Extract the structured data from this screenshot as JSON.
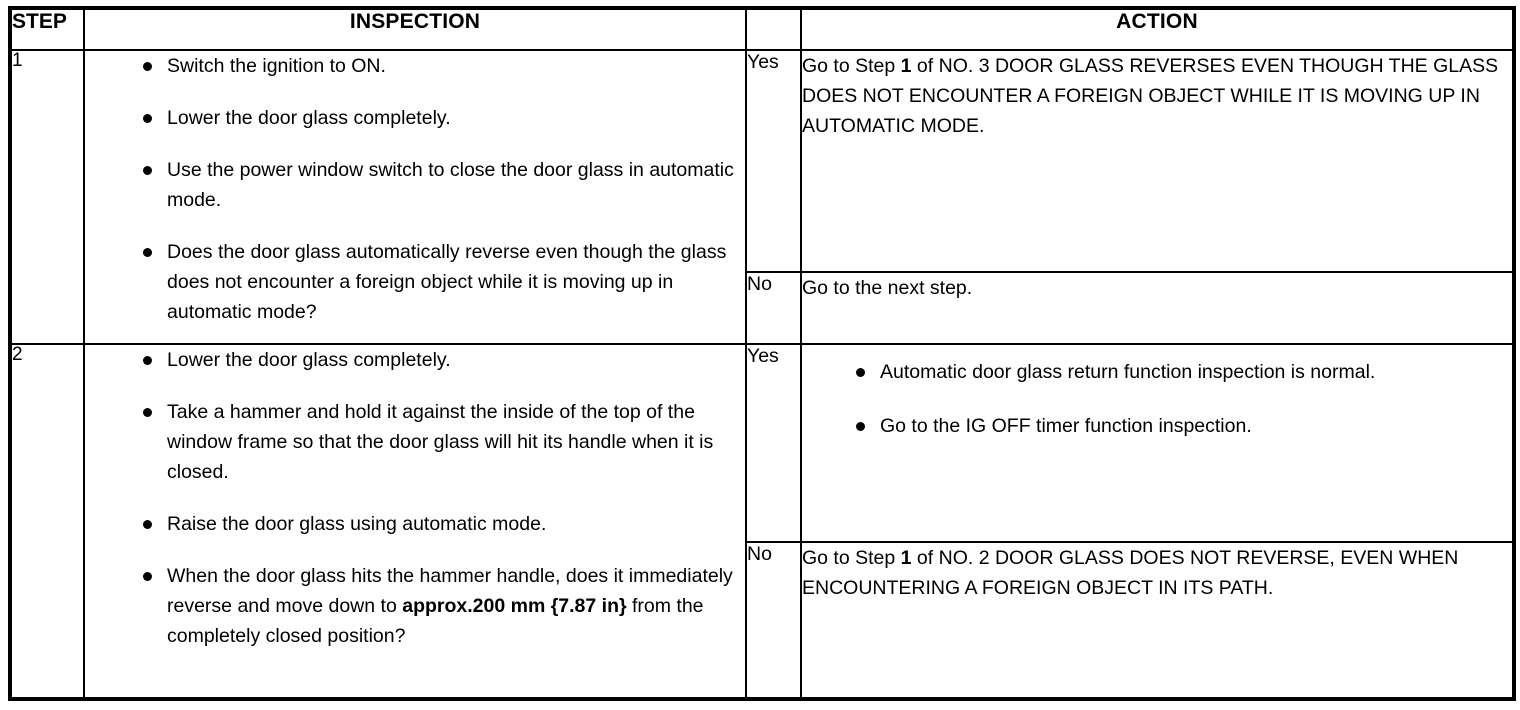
{
  "table": {
    "headers": {
      "step": "STEP",
      "inspection": "INSPECTION",
      "action": "ACTION"
    },
    "steps": [
      {
        "number": "1",
        "inspection_bullets": [
          "Switch the ignition to ON.",
          "Lower the door glass completely.",
          "Use the power window switch to close the door glass in automatic mode.",
          "Does the door glass automatically reverse even though the glass does not encounter a foreign object while it is moving up in automatic mode?"
        ],
        "yes": {
          "label": "Yes",
          "text_before_bold": "Go to Step ",
          "bold_value": "1",
          "text_after_bold": " of NO. 3 DOOR GLASS REVERSES EVEN THOUGH THE GLASS DOES NOT ENCOUNTER A FOREIGN OBJECT WHILE IT IS MOVING UP IN AUTOMATIC MODE."
        },
        "no": {
          "label": "No",
          "text": "Go to the next step."
        }
      },
      {
        "number": "2",
        "inspection_bullets": [
          "Lower the door glass completely.",
          "Take a hammer and hold it against the inside of the top of the window frame so that the door glass will hit its handle when it is closed.",
          "Raise the door glass using automatic mode."
        ],
        "inspection_last_bullet": {
          "text_before_bold": "When the door glass hits the hammer handle, does it immediately reverse and move down to ",
          "bold_value": "approx.200 mm {7.87 in}",
          "text_after_bold": " from the completely closed position?"
        },
        "yes": {
          "label": "Yes",
          "bullets": [
            "Automatic door glass return function inspection is normal.",
            "Go to the IG OFF timer function inspection."
          ]
        },
        "no": {
          "label": "No",
          "text_before_bold": "Go to Step ",
          "bold_value": "1",
          "text_after_bold": " of NO. 2 DOOR GLASS DOES NOT REVERSE, EVEN WHEN ENCOUNTERING A FOREIGN OBJECT IN ITS PATH."
        }
      }
    ]
  }
}
